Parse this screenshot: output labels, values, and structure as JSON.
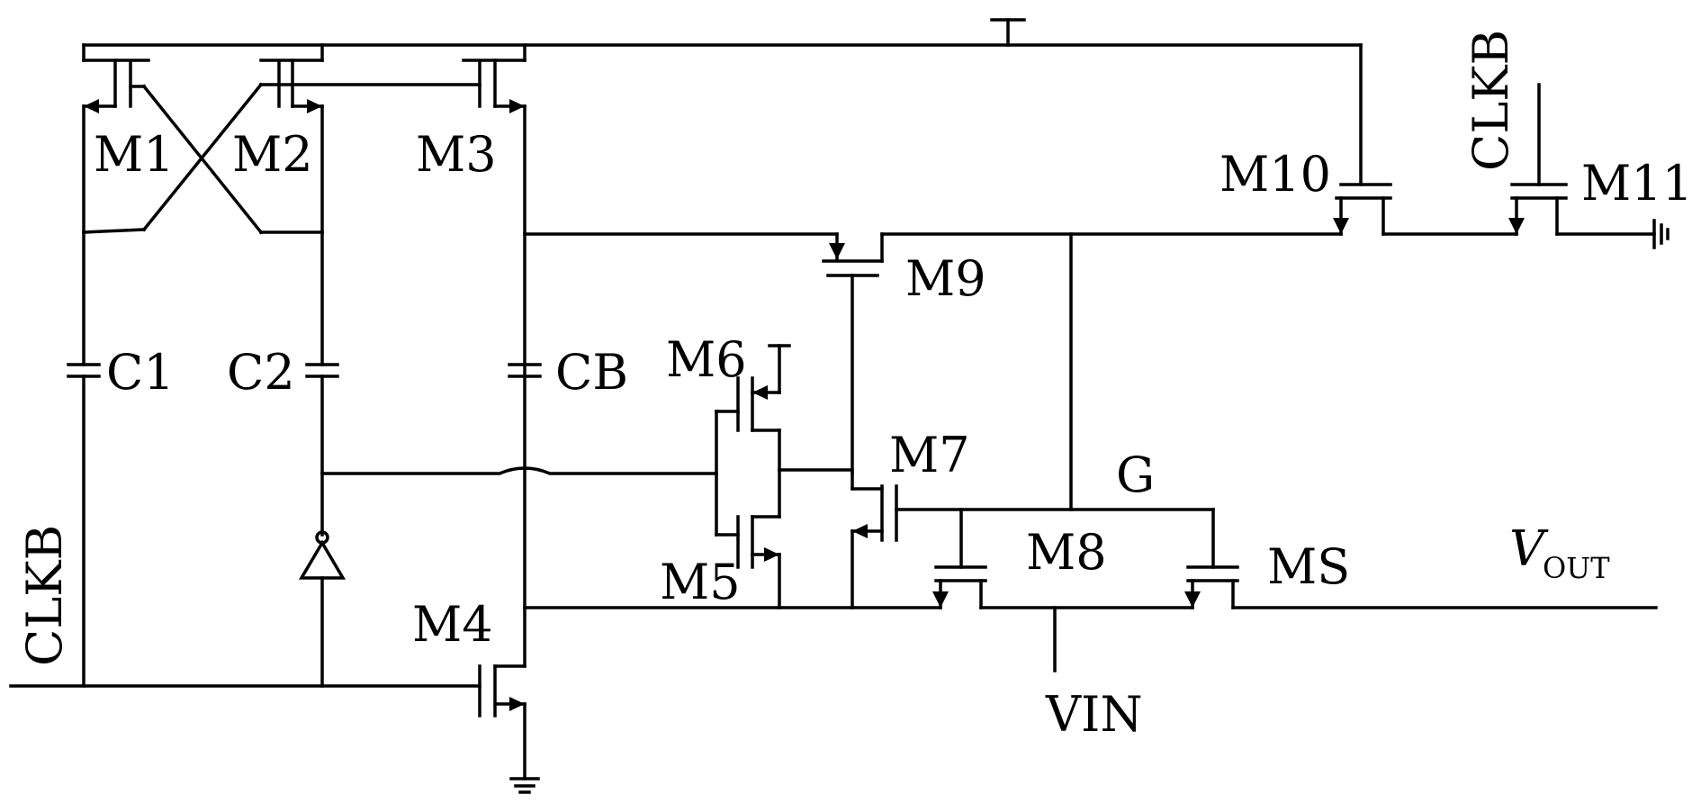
{
  "labels": {
    "m1": "M1",
    "m2": "M2",
    "m3": "M3",
    "m4": "M4",
    "m5": "M5",
    "m6": "M6",
    "m7": "M7",
    "m8": "M8",
    "m9": "M9",
    "m10": "M10",
    "m11": "M11",
    "ms": "MS",
    "c1": "C1",
    "c2": "C2",
    "cb": "CB",
    "clkb_left": "CLKB",
    "clkb_top": "CLKB",
    "vin": "VIN",
    "g": "G",
    "vout_v": "V",
    "vout_sub": "OUT"
  }
}
